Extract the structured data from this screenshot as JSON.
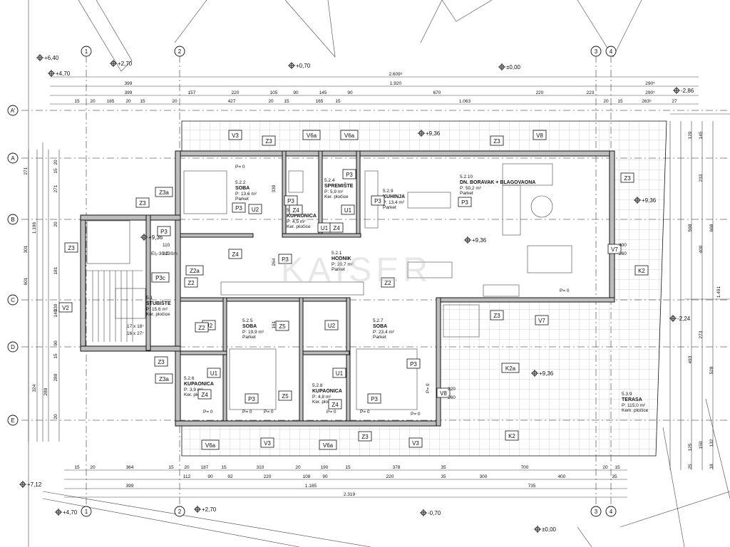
{
  "levels": [
    {
      "id": "l640",
      "text": "+6,40"
    },
    {
      "id": "l470a",
      "text": "+4,70"
    },
    {
      "id": "l270a",
      "text": "+2,70"
    },
    {
      "id": "l070a",
      "text": "+0,70"
    },
    {
      "id": "l000a",
      "text": "±0,00"
    },
    {
      "id": "l286",
      "text": "-2,86"
    },
    {
      "id": "l936a",
      "text": "+9,36"
    },
    {
      "id": "l936b",
      "text": "+9,36"
    },
    {
      "id": "l936c",
      "text": "+9,36"
    },
    {
      "id": "l936d",
      "text": "+9,36"
    },
    {
      "id": "l936e",
      "text": "+9,36"
    },
    {
      "id": "l224",
      "text": "-2,24"
    },
    {
      "id": "l712",
      "text": "+7,12"
    },
    {
      "id": "l470b",
      "text": "+4,70"
    },
    {
      "id": "l270b",
      "text": "+2,70"
    },
    {
      "id": "l070b",
      "text": "-0,70"
    },
    {
      "id": "l000b",
      "text": "±0,00"
    }
  ],
  "axes": {
    "columns": [
      "1",
      "2",
      "3",
      "4"
    ],
    "rows": [
      "A'",
      "A",
      "B",
      "C",
      "D",
      "E"
    ]
  },
  "dims": {
    "top1": [
      "399",
      "1.920",
      "290⁵"
    ],
    "top1_total": "2.609⁵",
    "top2": [
      "399",
      "157",
      "220",
      "105",
      "90",
      "145",
      "90",
      "670",
      "220",
      "223",
      "290⁵"
    ],
    "top3": [
      "15",
      "20",
      "185",
      "20",
      "15",
      "20",
      "427",
      "20",
      "15",
      "165",
      "15",
      "1.063",
      "20",
      "15",
      "263⁵",
      "27"
    ],
    "bot1": [
      "15",
      "20",
      "364",
      "15",
      "20",
      "187",
      "15",
      "310",
      "20",
      "190",
      "15",
      "378",
      "35",
      "700",
      "20",
      "15"
    ],
    "bot2": [
      "112",
      "90",
      "92",
      "220",
      "108",
      "90",
      "220",
      "35",
      "300",
      "400",
      "35"
    ],
    "bot3": [
      "399",
      "1.185",
      "735"
    ],
    "bot_total": "2.319",
    "left": [
      "271",
      "301",
      "601",
      "1.196",
      "324",
      "289"
    ],
    "left_small": [
      "20",
      "15",
      "271",
      "181",
      "20",
      "330",
      "90",
      "140",
      "15",
      "289",
      "20"
    ],
    "right": [
      "120",
      "145",
      "233",
      "400",
      "668",
      "598",
      "1.491",
      "273",
      "493",
      "528",
      "125",
      "150",
      "132",
      "25",
      "18"
    ]
  },
  "rooms": [
    {
      "id": "r522",
      "code": "5.2.2",
      "name": "SOBA",
      "area": "P: 13,6 m²",
      "floor": "Parket"
    },
    {
      "id": "r523",
      "code": "5.2.3",
      "name": "KUPAONICA",
      "area": "P: 4,5 m²",
      "floor": "Ker. pločice"
    },
    {
      "id": "r524",
      "code": "5.2.4",
      "name": "SPREMIŠTE",
      "area": "P: 5,9 m²",
      "floor": "Ker. pločice"
    },
    {
      "id": "r529",
      "code": "5.2.9",
      "name": "KUHINJA",
      "area": "P: 13,4 m²",
      "floor": "Parket"
    },
    {
      "id": "r5210",
      "code": "5.2.10",
      "name": "DN. BORAVAK + BLAGOVAONA",
      "area": "P: 50,2 m²",
      "floor": "Parket"
    },
    {
      "id": "r521",
      "code": "5.2.1",
      "name": "HODNIK",
      "area": "P: 20,7 m²",
      "floor": "Parket"
    },
    {
      "id": "r51",
      "code": "5.1",
      "name": "STUBIŠTE",
      "area": "P: 15,6 m²",
      "floor": "Ker. pločice"
    },
    {
      "id": "r525",
      "code": "5.2.5",
      "name": "SOBA",
      "area": "P: 19,9 m²",
      "floor": "Parket"
    },
    {
      "id": "r527",
      "code": "5.2.7",
      "name": "SOBA",
      "area": "P: 23,4 m²",
      "floor": "Parket"
    },
    {
      "id": "r526",
      "code": "5.2.6",
      "name": "KUPAONICA",
      "area": "P: 3,9 m²",
      "floor": "Ker. pločice"
    },
    {
      "id": "r528",
      "code": "5.2.8",
      "name": "KUPAONICA",
      "area": "P: 4,8 m²",
      "floor": "Ker. pločice"
    },
    {
      "id": "r539",
      "code": "5.3.9",
      "name": "TERASA",
      "area": "P: 115,0 m²",
      "floor": "Kem. pločice"
    }
  ],
  "tags": [
    "V3",
    "Z3",
    "V6a",
    "V6a",
    "Z3",
    "V8",
    "Z3",
    "Z3a",
    "Z3",
    "P3",
    "U2",
    "P3",
    "P3",
    "U1",
    "P3",
    "Z4",
    "P3",
    "U1",
    "Z4",
    "Z3",
    "Z4",
    "P3",
    "Z2a",
    "V7",
    "K2",
    "Z2",
    "P3c",
    "Z2",
    "U2",
    "U2",
    "Z5",
    "Z2",
    "Z3",
    "V7",
    "K2a",
    "V2",
    "Z3",
    "Z3a",
    "U1",
    "Z4",
    "P3",
    "Z5",
    "U1",
    "Z4",
    "P3",
    "V8",
    "P3",
    "V6a",
    "V3",
    "V6a",
    "V3",
    "Z3",
    "K2",
    "P3"
  ],
  "labels": {
    "p0": "P= 0",
    "stairs1": "17 x 18⁷",
    "stairs2": "16 x 27⁷",
    "fire": "EI₂-30-C-Sm",
    "dim110": "110",
    "dim220": "220",
    "dim260": "260",
    "dim400": "400",
    "dim264": "264",
    "dim161": "161",
    "dim339": "339",
    "watermark": "KAISER"
  }
}
